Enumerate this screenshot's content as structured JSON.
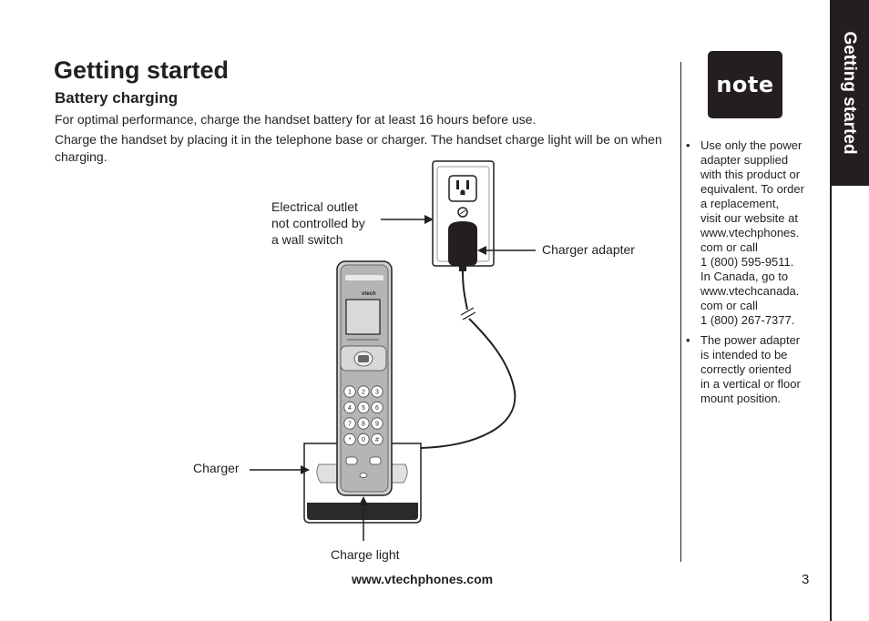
{
  "header": {
    "title": "Getting started",
    "subtitle": "Battery charging",
    "paragraph1": "For optimal performance, charge the handset battery for at least 16 hours before use.",
    "paragraph2": "Charge the handset by placing it in the telephone base or charger. The handset charge light will be on when charging."
  },
  "figure": {
    "outlet_label": [
      "Electrical outlet",
      "not controlled by",
      "a wall switch"
    ],
    "adapter_label": "Charger adapter",
    "charger_label": "Charger",
    "charge_light_label": "Charge light",
    "brand_text": "vtech",
    "keypad_keys": [
      "1",
      "2",
      "3",
      "4",
      "5",
      "6",
      "7",
      "8",
      "9",
      "*",
      "0",
      "#"
    ]
  },
  "note": {
    "badge": "note",
    "items": [
      [
        "Use only the power",
        "adapter supplied",
        "with this product or",
        "equivalent. To order",
        "a replacement,",
        "visit our website at",
        "www.vtechphones.",
        "com or call",
        "1 (800) 595-9511.",
        "In Canada, go to",
        "www.vtechcanada.",
        "com or call",
        "1 (800) 267-7377."
      ],
      [
        "The power adapter",
        "is intended to be",
        "correctly oriented",
        "in a vertical or floor",
        "mount position."
      ]
    ]
  },
  "side_tab": {
    "label": "Getting started"
  },
  "footer": {
    "url": "www.vtechphones.com",
    "page_number": "3"
  }
}
